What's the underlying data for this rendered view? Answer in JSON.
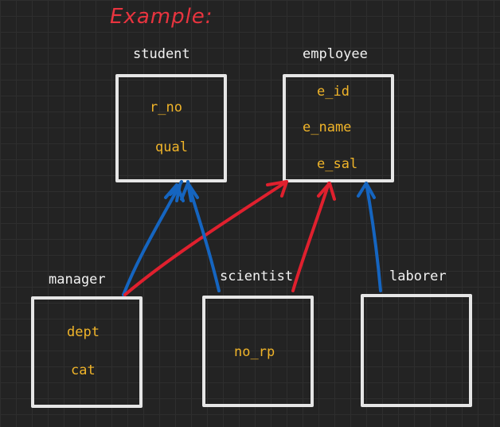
{
  "title": "Example:",
  "colors": {
    "background": "#232323",
    "grid": "#2e2e2e",
    "title": "#e8343f",
    "entity_label": "#f2f2f2",
    "attribute": "#f0b429",
    "box_border": "#e6e6e6",
    "arrow_blue": "#1565c0",
    "arrow_red": "#e0202e"
  },
  "entities": {
    "student": {
      "label": "student",
      "attributes": [
        "r_no",
        "qual"
      ]
    },
    "employee": {
      "label": "employee",
      "attributes": [
        "e_id",
        "e_name",
        "e_sal"
      ]
    },
    "manager": {
      "label": "manager",
      "attributes": [
        "dept",
        "cat"
      ]
    },
    "scientist": {
      "label": "scientist",
      "attributes": [
        "no_rp"
      ]
    },
    "laborer": {
      "label": "laborer",
      "attributes": []
    }
  },
  "relationships": [
    {
      "from": "manager",
      "to": "student",
      "color": "blue"
    },
    {
      "from": "manager",
      "to": "employee",
      "color": "red"
    },
    {
      "from": "scientist",
      "to": "student",
      "color": "blue"
    },
    {
      "from": "scientist",
      "to": "employee",
      "color": "red"
    },
    {
      "from": "laborer",
      "to": "employee",
      "color": "blue"
    }
  ]
}
